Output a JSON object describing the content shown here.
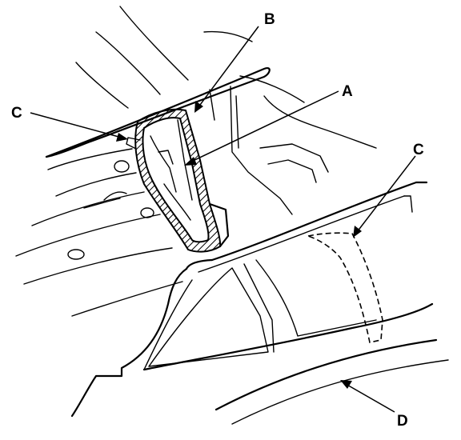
{
  "callouts": {
    "a": "A",
    "b": "B",
    "c_left": "C",
    "c_right": "C",
    "d": "D"
  },
  "colors": {
    "line": "#000000",
    "background": "#ffffff"
  }
}
